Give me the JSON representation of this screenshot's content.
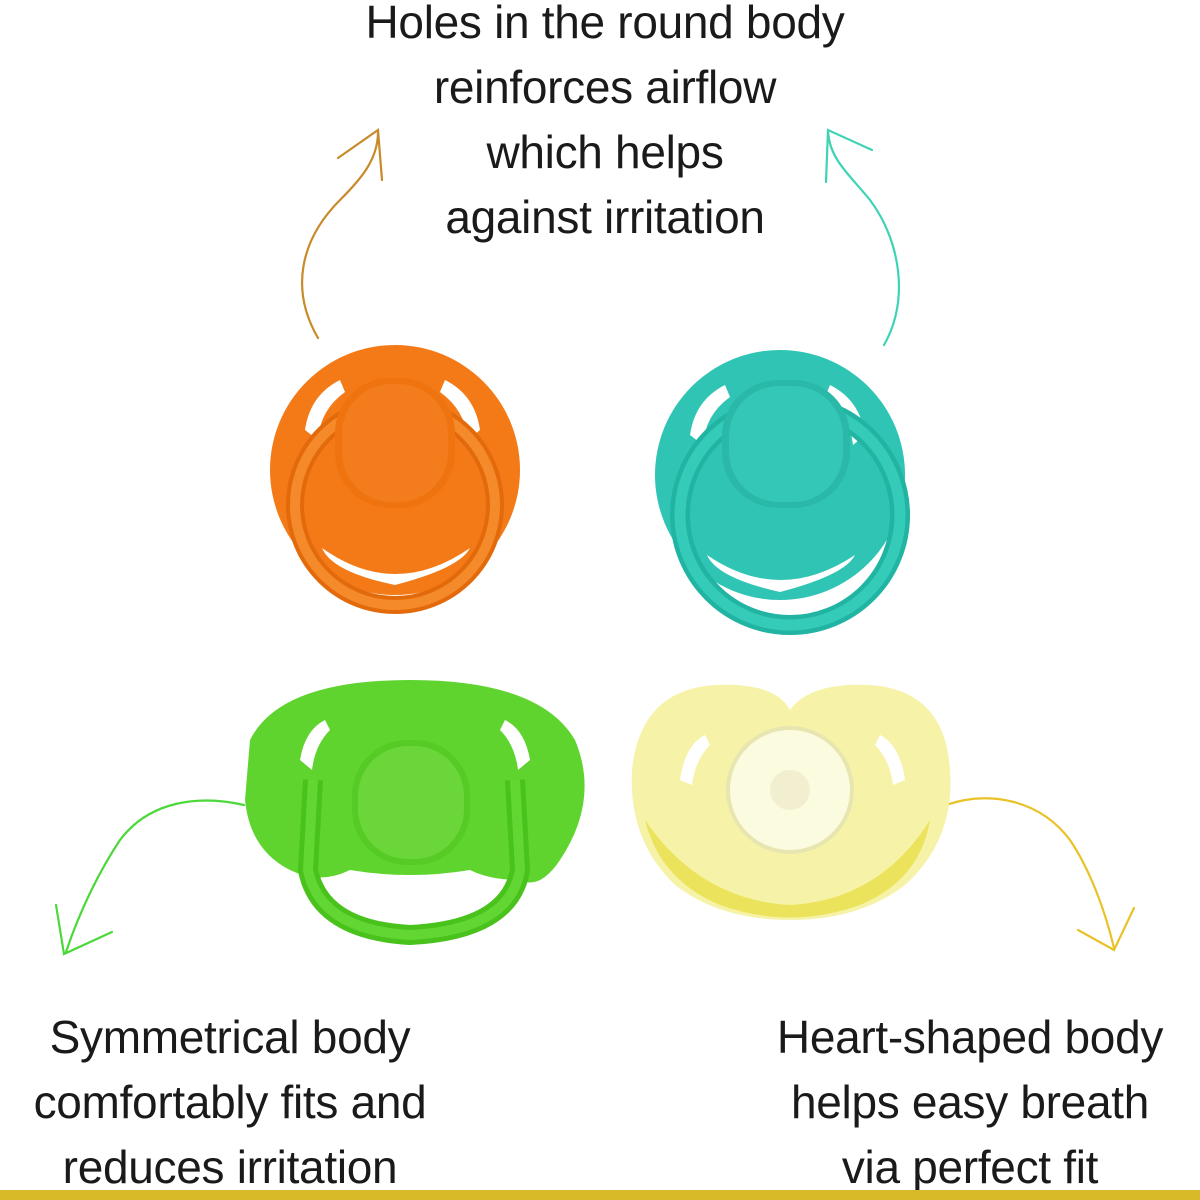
{
  "captions": {
    "top": {
      "line1": "Holes in the round body",
      "line2": "reinforces airflow",
      "line3": "which helps",
      "line4": "against irritation"
    },
    "bottom_left": {
      "line1": "Symmetrical body",
      "line2": "comfortably fits and",
      "line3": "reduces irritation"
    },
    "bottom_right": {
      "line1": "Heart-shaped body",
      "line2": "helps easy breath",
      "line3": "via perfect fit"
    }
  },
  "pacifiers": [
    {
      "name": "orange-round-pacifier",
      "color": "#f37a17"
    },
    {
      "name": "teal-round-pacifier",
      "color": "#2fc4b3"
    },
    {
      "name": "green-symmetrical-pacifier",
      "color": "#5fd42e"
    },
    {
      "name": "yellow-heart-shaped-pacifier",
      "color": "#f3ef9a"
    }
  ],
  "colors": {
    "arrow_orange": "#c88b2a",
    "arrow_teal": "#3fd3b6",
    "arrow_green": "#4cd83a",
    "arrow_yellow": "#e9c227",
    "bottom_bar": "#d8b928"
  }
}
